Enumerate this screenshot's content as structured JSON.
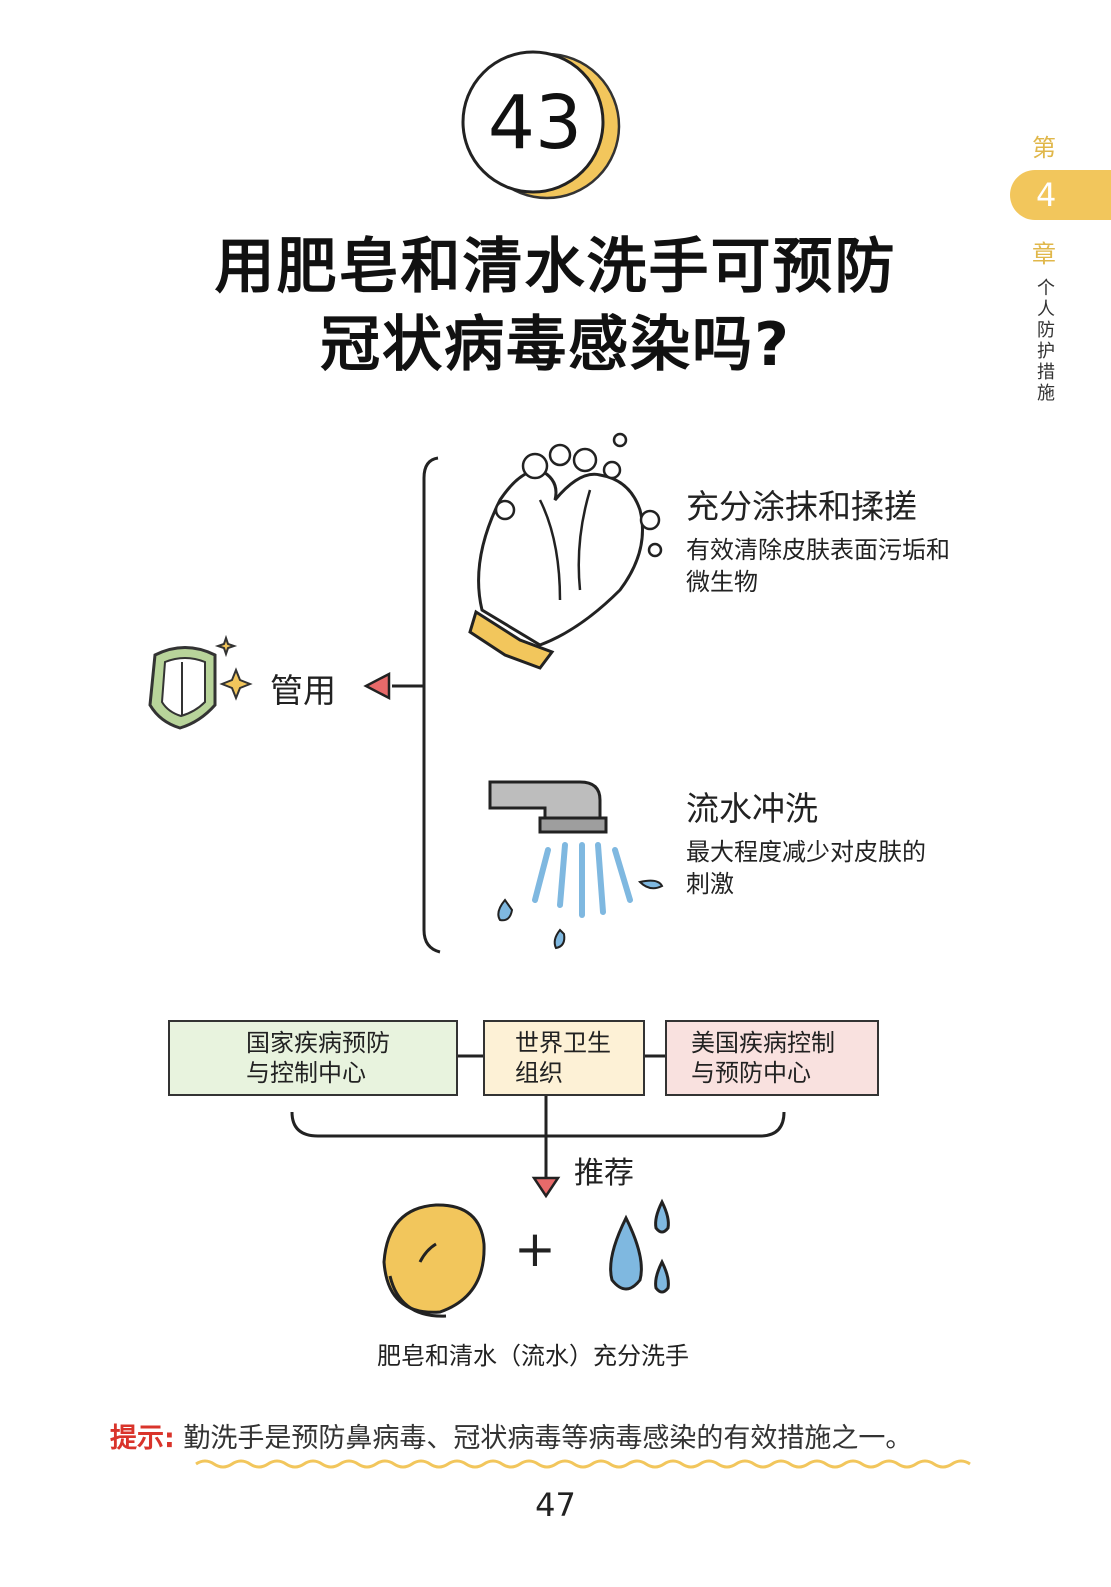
{
  "badge": {
    "number": "43"
  },
  "title": {
    "line1": "用肥皂和清水洗手可预防",
    "line2": "冠状病毒感染吗?"
  },
  "side_tab": {
    "prefix": "第",
    "chapter": "4",
    "suffix": "章",
    "subtitle": [
      "个",
      "人",
      "防",
      "护",
      "措",
      "施"
    ]
  },
  "diagram": {
    "result_label": "管用",
    "item1": {
      "heading": "充分涂抹和揉搓",
      "desc_line1": "有效清除皮肤表面污垢和",
      "desc_line2": "微生物"
    },
    "item2": {
      "heading": "流水冲洗",
      "desc_line1": "最大程度减少对皮肤的",
      "desc_line2": "刺激"
    }
  },
  "organizations": [
    {
      "line1": "国家疾病预防",
      "line2": "与控制中心",
      "color": "#e8f3de"
    },
    {
      "line1": "世界卫生",
      "line2": "组织",
      "color": "#fdf1d6"
    },
    {
      "line1": "美国疾病控制",
      "line2": "与预防中心",
      "color": "#f9e1df"
    }
  ],
  "recommend_label": "推荐",
  "plus_sign": "+",
  "recommend_caption": "肥皂和清水（流水）充分洗手",
  "tip": {
    "label": "提示:",
    "text": "勤洗手是预防鼻病毒、冠状病毒等病毒感染的有效措施之一。"
  },
  "page_number": "47",
  "colors": {
    "accent": "#f2c65c",
    "tip_red": "#d9342b",
    "arrow": "#e86a6a",
    "water": "#7fb8e0",
    "shield": "#b8d49a"
  }
}
